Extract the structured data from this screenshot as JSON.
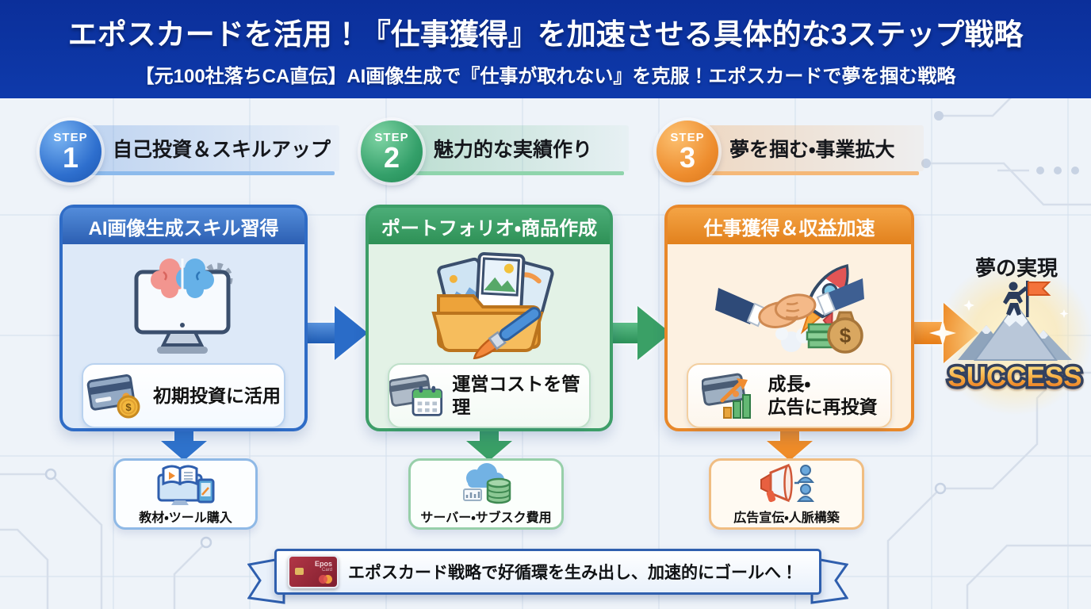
{
  "header": {
    "title": "エポスカードを活用！『仕事獲得』を加速させる具体的な3ステップ戦略",
    "subtitle": "【元100社落ちCA直伝】AI画像生成で『仕事が取れない』を克服！エポスカードで夢を掴む戦略"
  },
  "steps": [
    {
      "badge_word": "STEP",
      "badge_number": "1",
      "heading": "自己投資＆スキルアップ",
      "card_title": "AI画像生成スキル習得",
      "benefit": "初期投資に活用",
      "outcome": "教材・ツール購入",
      "accent": "#2e6fce"
    },
    {
      "badge_word": "STEP",
      "badge_number": "2",
      "heading": "魅力的な実績作り",
      "card_title": "ポートフォリオ・商品作成",
      "benefit": "運営コストを管理",
      "outcome": "サーバー・サブスク費用",
      "accent": "#3aa06a"
    },
    {
      "badge_word": "STEP",
      "badge_number": "3",
      "heading": "夢を掴む・事業拡大",
      "card_title": "仕事獲得＆収益加速",
      "benefit": "成長・\n広告に再投資",
      "outcome": "広告宣伝・人脈構築",
      "accent": "#ee8c28"
    }
  ],
  "goal": {
    "label": "夢の実現",
    "badge": "SUCCESS"
  },
  "ribbon": {
    "text": "エポスカード戦略で好循環を生み出し、加速的にゴールへ！",
    "card_line1": "Epos",
    "card_line2": "Card"
  },
  "palette": {
    "header_bg": "#0d35a3",
    "step1_accent": "#2e6fce",
    "step2_accent": "#3aa06a",
    "step3_accent": "#ee8c28",
    "ribbon_border": "#2f5fae",
    "success_outline": "#33415e"
  }
}
